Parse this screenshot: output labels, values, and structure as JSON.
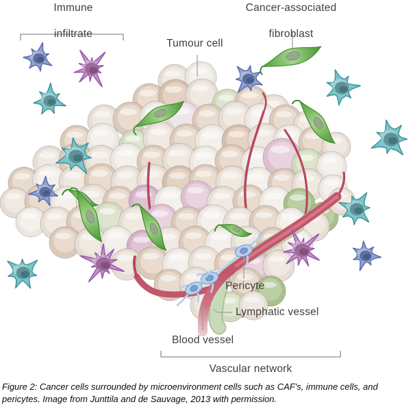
{
  "figure": {
    "labels": {
      "immune_line1": "Immune",
      "immune_line2": "infiltrate",
      "caf_line1": "Cancer-associated",
      "caf_line2": "fibroblast",
      "tumour_cell": "Tumour cell",
      "pericyte": "Pericyte",
      "lymphatic_vessel": "Lymphatic vessel",
      "blood_vessel": "Blood vessel",
      "vascular_network": "Vascular network"
    },
    "cell_types": [
      {
        "name": "tumour-cell",
        "colors": [
          "#e6ded4",
          "#ebe7e2",
          "#dbc9ba",
          "#d5bfae",
          "#dcc0d0",
          "#d2b0c5",
          "#d0dabe",
          "#a9bf8c",
          "#e7d9de"
        ]
      },
      {
        "name": "immune-cell-teal",
        "color": "#7cc5c9"
      },
      {
        "name": "immune-cell-blue",
        "color": "#8fa2d3"
      },
      {
        "name": "immune-cell-purple",
        "color": "#c394cd"
      },
      {
        "name": "cancer-associated-fibroblast",
        "color": "#57ab3a"
      },
      {
        "name": "pericyte",
        "color": "#b7d0ec"
      },
      {
        "name": "blood-vessel",
        "color": "#c2566b"
      },
      {
        "name": "lymphatic-vessel",
        "color": "#c9dab8"
      }
    ],
    "colors": {
      "teal_body": "#7cc5c9",
      "teal_edge": "#3f949c",
      "teal_nuc": "#5f9298",
      "teal_nuc_dark": "#3f6f77",
      "blue_body": "#8fa2d3",
      "blue_edge": "#5a6dab",
      "blue_nuc": "#5c6f9e",
      "blue_nuc_dark": "#46568a",
      "purple_body": "#c394cd",
      "purple_edge": "#9859a8",
      "purple_nuc": "#a0689b",
      "purple_nuc_dark": "#7c4f74",
      "fib_dark": "#449633",
      "fib_light": "#a6d48c",
      "fib_edge": "#3b8c2b",
      "fib_nuc": "#97a58f",
      "fib_nuc_edge": "#74876b",
      "vessel_red": "#c2566b",
      "vessel_thin": "#b8475f",
      "vessel_light": "#da8392",
      "vessel_fade": "#ecc9cd",
      "peri_body": "#b7d0ec",
      "peri_edge": "#7396c5",
      "peri_nuc": "#7e9dd3",
      "peri_nuc_edge": "#5d7cb4",
      "lymph_fill": "#c9dab8",
      "lymph_edge": "#a3b78e",
      "leader_line": "#9b9b9b",
      "bracket": "#8c8c8c",
      "label_text": "#3e3e3e"
    },
    "tumour_palettes": [
      {
        "base": "#e6ded4",
        "inner": "#efe9e1",
        "rim": "#a3988e"
      },
      {
        "base": "#ebe7e2",
        "inner": "#f4f1ed",
        "rim": "#aaa199"
      },
      {
        "base": "#dbc9ba",
        "inner": "#e9dccf",
        "rim": "#a18d7e"
      },
      {
        "base": "#d5bfae",
        "inner": "#e4d2c3",
        "rim": "#9c8575"
      },
      {
        "base": "#dcc0d0",
        "inner": "#e9d3df",
        "rim": "#a9879a"
      },
      {
        "base": "#d2b0c5",
        "inner": "#e0c3d5",
        "rim": "#9e7790"
      },
      {
        "base": "#d0dabe",
        "inner": "#dee5cf",
        "rim": "#95a07f"
      },
      {
        "base": "#a9bf8c",
        "inner": "#bccfa3",
        "rim": "#7b9160"
      },
      {
        "base": "#e7d9de",
        "inner": "#f0e6ea",
        "rim": "#b09aa2"
      }
    ]
  },
  "caption": {
    "text": "Figure 2: Cancer cells surrounded by microenvironment cells such as CAF's, immune cells, and pericytes. Image from Junttila and de Sauvage, 2013 with permission."
  }
}
